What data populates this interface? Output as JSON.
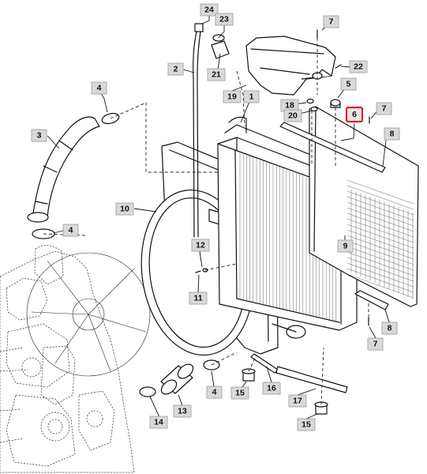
{
  "diagram": {
    "highlight_color": "#e0202a",
    "highlighted_callout": "6",
    "callouts": [
      {
        "id": "c24",
        "label": "24"
      },
      {
        "id": "c23",
        "label": "23"
      },
      {
        "id": "c2",
        "label": "2"
      },
      {
        "id": "c21",
        "label": "21"
      },
      {
        "id": "c19",
        "label": "19"
      },
      {
        "id": "c1",
        "label": "1"
      },
      {
        "id": "c7a",
        "label": "7"
      },
      {
        "id": "c22",
        "label": "22"
      },
      {
        "id": "c5",
        "label": "5"
      },
      {
        "id": "c18",
        "label": "18"
      },
      {
        "id": "c20",
        "label": "20"
      },
      {
        "id": "c6",
        "label": "6"
      },
      {
        "id": "c7b",
        "label": "7"
      },
      {
        "id": "c8a",
        "label": "8"
      },
      {
        "id": "c4a",
        "label": "4"
      },
      {
        "id": "c3",
        "label": "3"
      },
      {
        "id": "c4b",
        "label": "4"
      },
      {
        "id": "c10",
        "label": "10"
      },
      {
        "id": "c9",
        "label": "9"
      },
      {
        "id": "c12",
        "label": "12"
      },
      {
        "id": "c11",
        "label": "11"
      },
      {
        "id": "c8b",
        "label": "8"
      },
      {
        "id": "c7c",
        "label": "7"
      },
      {
        "id": "c4c",
        "label": "4"
      },
      {
        "id": "c15a",
        "label": "15"
      },
      {
        "id": "c16",
        "label": "16"
      },
      {
        "id": "c17",
        "label": "17"
      },
      {
        "id": "c14",
        "label": "14"
      },
      {
        "id": "c13",
        "label": "13"
      },
      {
        "id": "c15b",
        "label": "15"
      }
    ]
  }
}
